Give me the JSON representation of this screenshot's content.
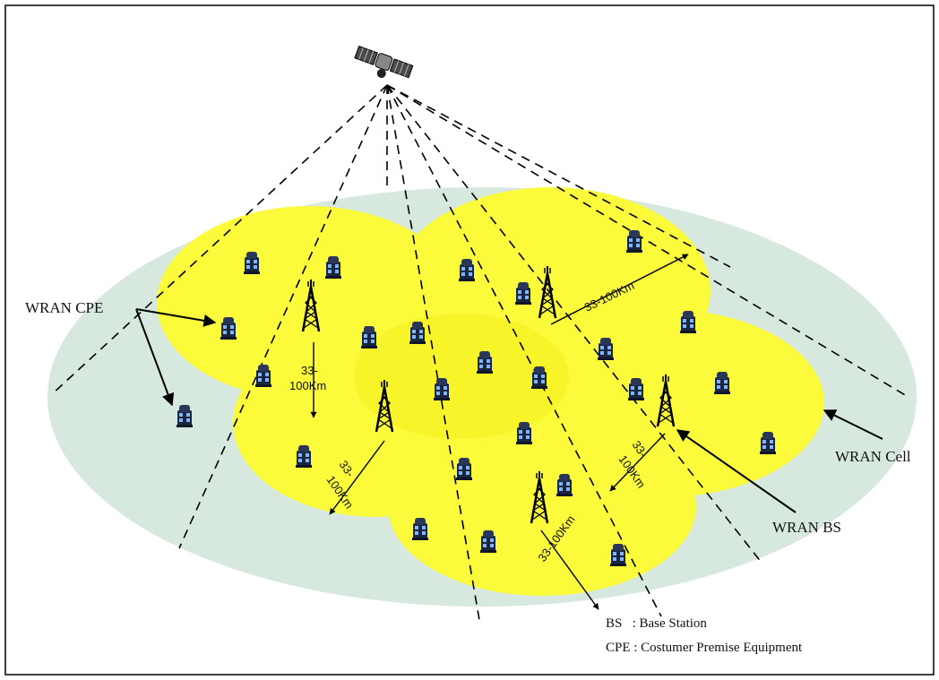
{
  "colors": {
    "background": "#ffffff",
    "outer_region": "#d7e8de",
    "cell": "#fbfb3c",
    "cell_overlap": "#f4ef1c",
    "line": "#000000"
  },
  "labels": {
    "cpe_callout": "WRAN CPE",
    "cell_callout": "WRAN Cell",
    "bs_callout": "WRAN BS"
  },
  "distances": {
    "d1_line1": "33-",
    "d1_line2": "100Km",
    "d2_line1": "33-",
    "d2_line2": "100Km",
    "d3": "33-100Km",
    "d4_line1": "33-",
    "d4_line2": "100Km",
    "d5": "33-100Km"
  },
  "legend": {
    "bs": "BS   : Base Station",
    "cpe": "CPE : Costumer Premise Equipment"
  },
  "icons": [
    "satellite-icon",
    "tower-icon",
    "cpe-house-icon",
    "arrow-icon"
  ]
}
